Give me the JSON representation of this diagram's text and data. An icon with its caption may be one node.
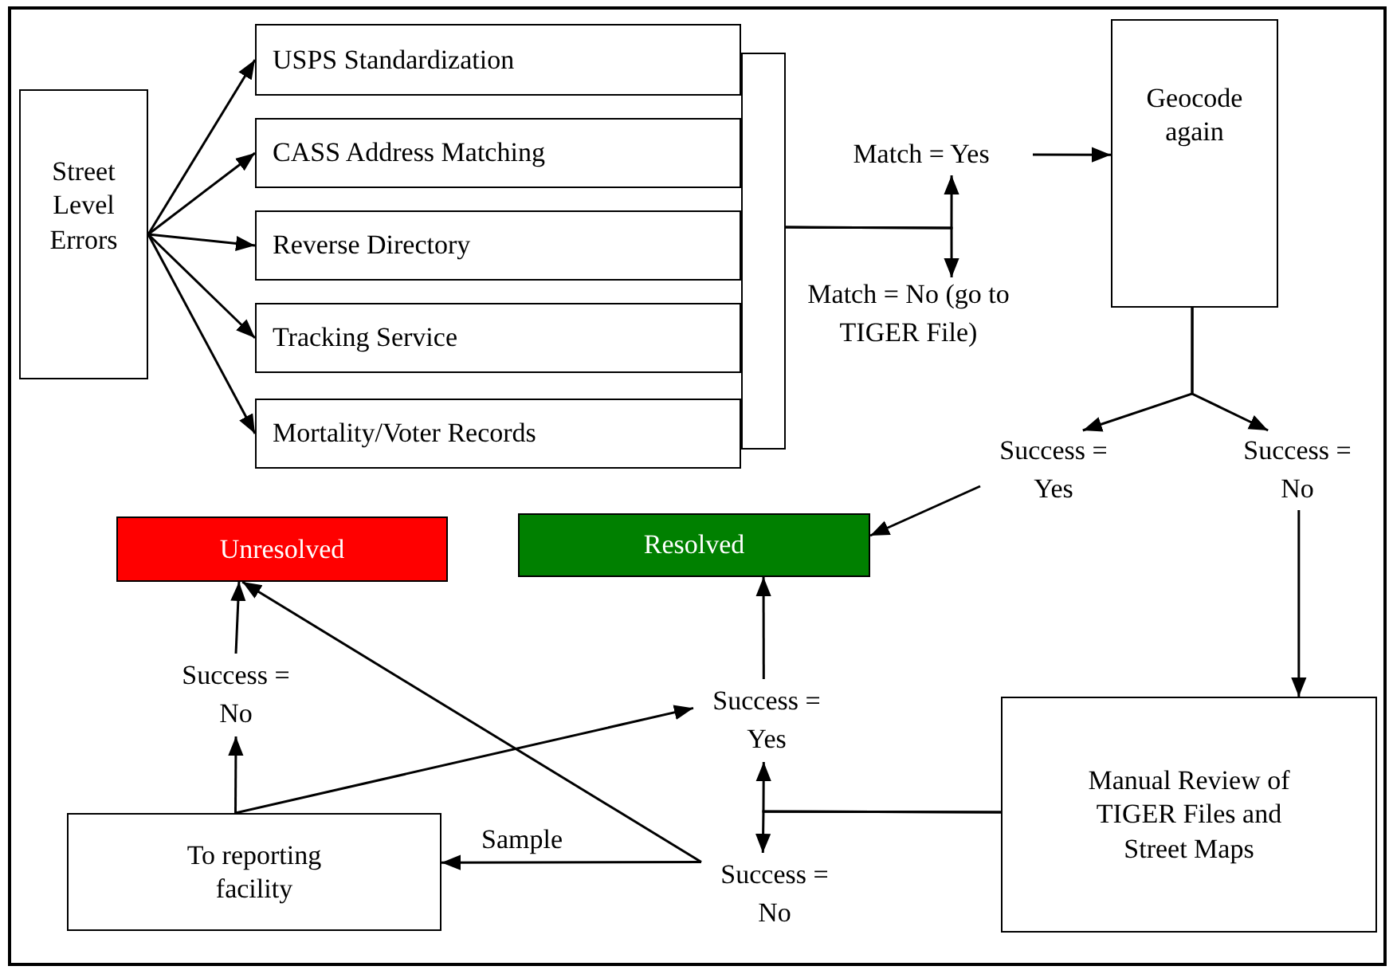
{
  "diagram": {
    "nodes": [
      {
        "text": [
          "Street Level Errors"
        ]
      },
      {
        "text": [
          "USPS Standardization"
        ]
      },
      {
        "text": [
          "CASS Address Matching"
        ]
      },
      {
        "text": [
          "Reverse Directory"
        ]
      },
      {
        "text": [
          "Tracking Service"
        ]
      },
      {
        "text": [
          "Mortality/Voter Records"
        ]
      },
      {
        "text": [],
        "shape": "box"
      },
      {
        "text": [
          "Match = Yes"
        ]
      },
      {
        "text": [
          "Match = No (go to TIGER File)"
        ]
      },
      {
        "text": [
          "Geocode again"
        ]
      },
      {
        "text": [
          "Success = Yes"
        ]
      },
      {
        "text": [
          "Success = No"
        ]
      },
      {
        "text": [
          "Unresolved"
        ]
      },
      {
        "text": [
          "Resolved"
        ]
      },
      {
        "text": [
          "Success = No"
        ]
      },
      {
        "text": [
          "Success = Yes"
        ]
      },
      {
        "text": [
          "Success = No"
        ]
      },
      {
        "text": [
          "To reporting facility"
        ]
      },
      {
        "text": [
          "Manual Review of TIGER Files and Street Maps"
        ]
      }
    ],
    "edges": [
      {
        "from": 0,
        "to": 1,
        "arrow": "to"
      },
      {
        "from": 0,
        "to": 2,
        "arrow": "to"
      },
      {
        "from": 0,
        "to": 3,
        "arrow": "to"
      },
      {
        "from": 0,
        "to": 4,
        "arrow": "to"
      },
      {
        "from": 0,
        "to": 5,
        "arrow": "to"
      },
      {
        "from": 6,
        "to": 7,
        "arrow": "to"
      },
      {
        "from": 6,
        "to": 8,
        "arrow": "to"
      },
      {
        "from": 7,
        "to": 9,
        "arrow": "to"
      },
      {
        "from": 9,
        "to": 10,
        "arrow": "to"
      },
      {
        "from": 9,
        "to": 11,
        "arrow": "to"
      },
      {
        "from": 10,
        "to": 13,
        "arrow": "to"
      },
      {
        "from": 11,
        "to": 18,
        "arrow": "to"
      },
      {
        "from": 18,
        "to": 15,
        "arrow": "to"
      },
      {
        "from": 18,
        "to": 16,
        "arrow": "to"
      },
      {
        "from": 15,
        "to": 13,
        "arrow": "to"
      },
      {
        "from": 16,
        "to": 17,
        "label": "Sample",
        "arrow": "to"
      },
      {
        "from": 16,
        "to": 12,
        "arrow": "to"
      },
      {
        "from": 17,
        "to": 15,
        "arrow": "to"
      },
      {
        "from": 17,
        "to": 14,
        "arrow": "to"
      },
      {
        "from": 14,
        "to": 12,
        "arrow": "to"
      }
    ]
  }
}
